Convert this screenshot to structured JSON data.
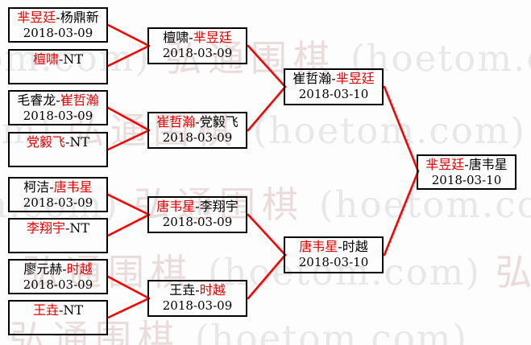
{
  "watermark": {
    "cjk": "弘通围棋",
    "latin": "(hoetom.com)"
  },
  "colors": {
    "winner_text": "#e60000",
    "connector_line": "#ff0000",
    "box_border": "#000000"
  },
  "bracket": {
    "round1": [
      {
        "pre": "",
        "winner": "芈昱廷",
        "post": "-杨鼎新",
        "date": "2018-03-09"
      },
      {
        "pre": "",
        "winner": "檀啸",
        "post": "-NT",
        "date": ""
      },
      {
        "pre": "毛睿龙-",
        "winner": "崔哲瀚",
        "post": "",
        "date": "2018-03-09"
      },
      {
        "pre": "",
        "winner": "党毅飞",
        "post": "-NT",
        "date": ""
      },
      {
        "pre": "柯洁-",
        "winner": "唐韦星",
        "post": "",
        "date": "2018-03-09"
      },
      {
        "pre": "",
        "winner": "李翔宇",
        "post": "-NT",
        "date": ""
      },
      {
        "pre": "廖元赫-",
        "winner": "时越",
        "post": "",
        "date": "2018-03-09"
      },
      {
        "pre": "",
        "winner": "王垚",
        "post": "-NT",
        "date": ""
      }
    ],
    "round2": [
      {
        "pre": "檀啸-",
        "winner": "芈昱廷",
        "post": "",
        "date": "2018-03-09"
      },
      {
        "pre": "",
        "winner": "崔哲瀚",
        "post": "-党毅飞",
        "date": "2018-03-09"
      },
      {
        "pre": "",
        "winner": "唐韦星",
        "post": "-李翔宇",
        "date": "2018-03-09"
      },
      {
        "pre": "王垚-",
        "winner": "时越",
        "post": "",
        "date": "2018-03-09"
      }
    ],
    "semifinals": [
      {
        "pre": "崔哲瀚-",
        "winner": "芈昱廷",
        "post": "",
        "date": "2018-03-10"
      },
      {
        "pre": "",
        "winner": "唐韦星",
        "post": "-时越",
        "date": "2018-03-10"
      }
    ],
    "final": [
      {
        "pre": "",
        "winner": "芈昱廷",
        "post": "-唐韦星",
        "date": "2018-03-10"
      }
    ]
  }
}
